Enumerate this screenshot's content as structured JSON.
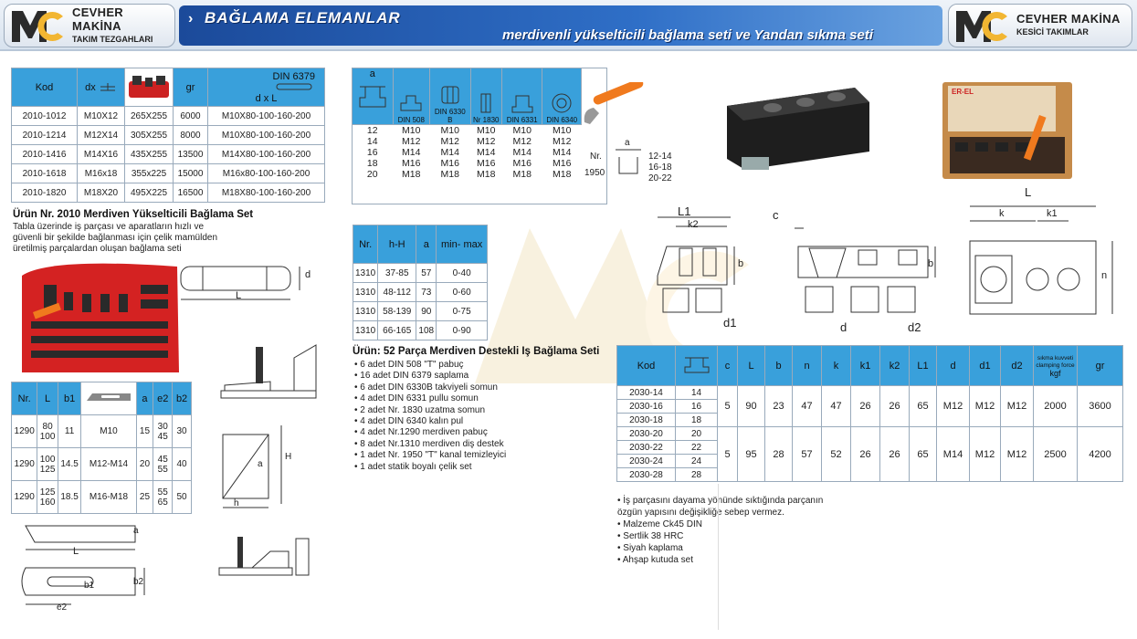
{
  "header": {
    "left_logo": {
      "line1": "CEVHER MAKİNA",
      "line2": "TAKIM TEZGAHLARI"
    },
    "right_logo": {
      "line1": "CEVHER MAKİNA",
      "line2": "KESİCİ TAKIMLAR"
    },
    "title": "BAĞLAMA ELEMANLAR",
    "subtitle": "merdivenli yükselticili bağlama seti ve Yandan sıkma seti",
    "arrow": "›"
  },
  "colors": {
    "header_blue": "#2f6fc7",
    "table_blue": "#39a0db",
    "handle_orange": "#f07a1e"
  },
  "table1": {
    "headers": [
      "Kod",
      "dx",
      "",
      "gr",
      "d x L",
      "DIN 6379"
    ],
    "rows": [
      [
        "2010-1012",
        "M10X12",
        "265X255",
        "6000",
        "M10X80-100-160-200"
      ],
      [
        "2010-1214",
        "M12X14",
        "305X255",
        "8000",
        "M10X80-100-160-200"
      ],
      [
        "2010-1416",
        "M14X16",
        "435X255",
        "13500",
        "M14X80-100-160-200"
      ],
      [
        "2010-1618",
        "M16x18",
        "355x225",
        "15000",
        "M16x80-100-160-200"
      ],
      [
        "2010-1820",
        "M18X20",
        "495X225",
        "16500",
        "M18X80-100-160-200"
      ]
    ]
  },
  "product2010": {
    "title": "Ürün Nr. 2010 Merdiven Yükselticili Bağlama Set",
    "desc": [
      "Tabla üzerinde iş parçası ve aparatların hızlı ve",
      "güvenli bir şekilde bağlanması için çelik mamülden",
      "üretilmiş parçalardan oluşan bağlama seti"
    ]
  },
  "stud_labels": {
    "d": "d",
    "L": "L"
  },
  "table2": {
    "headers": [
      "Nr.",
      "L",
      "b1",
      "",
      "a",
      "e2",
      "b2"
    ],
    "rows": [
      [
        "1290",
        "80\n100",
        "11",
        "M10",
        "15",
        "30\n45",
        "30"
      ],
      [
        "1290",
        "100\n125",
        "14.5",
        "M12-M14",
        "20",
        "45\n55",
        "40"
      ],
      [
        "1290",
        "125\n160",
        "18.5",
        "M16-M18",
        "25",
        "55\n65",
        "50"
      ]
    ]
  },
  "clamp_labels": {
    "a": "a",
    "L": "L",
    "b1": "b1",
    "b2": "b2",
    "e2": "e2",
    "h": "h",
    "H": "H",
    "a2": "a"
  },
  "table3": {
    "header_a": "a",
    "headers": [
      "DIN 508",
      "DIN 6330 B",
      "Nr 1830",
      "DIN 6331",
      "DIN 6340"
    ],
    "rows": [
      [
        "12",
        "M10",
        "M10",
        "M10",
        "M10",
        "M10"
      ],
      [
        "14",
        "M12",
        "M12",
        "M12",
        "M12",
        "M12"
      ],
      [
        "16",
        "M14",
        "M14",
        "M14",
        "M14",
        "M14"
      ],
      [
        "18",
        "M16",
        "M16",
        "M16",
        "M16",
        "M16"
      ],
      [
        "20",
        "M18",
        "M18",
        "M18",
        "M18",
        "M18"
      ]
    ],
    "tool": {
      "nr": "Nr.",
      "a": "a",
      "model": "1950",
      "sizes": [
        "12-14",
        "16-18",
        "20-22"
      ]
    }
  },
  "table4": {
    "headers": [
      "Nr.",
      "h-H",
      "a",
      "min- max"
    ],
    "rows": [
      [
        "1310",
        "37-85",
        "57",
        "0-40"
      ],
      [
        "1310",
        "48-112",
        "73",
        "0-60"
      ],
      [
        "1310",
        "58-139",
        "90",
        "0-75"
      ],
      [
        "1310",
        "66-165",
        "108",
        "0-90"
      ]
    ]
  },
  "product52": {
    "title": "Ürün: 52 Parça Merdiven Destekli Iş Bağlama Seti",
    "items": [
      "6 adet DIN 508 \"T\" pabuç",
      "16 adet DIN 6379 saplama",
      "6 adet DIN 6330B takviyeli somun",
      "4 adet DIN 6331 pullu somun",
      "2 adet Nr. 1830 uzatma somun",
      "4 adet DIN 6340 kalın pul",
      "4 adet Nr.1290 merdiven pabuç",
      "8 adet Nr.1310  merdiven diş destek",
      "1 adet Nr. 1950 \"T\" kanal temizleyici",
      "1 adet statik boyalı çelik set"
    ]
  },
  "side_labels": {
    "L1": "L1",
    "k2": "k2",
    "b": "b",
    "d1": "d1",
    "c": "c",
    "b2": "b",
    "d": "d",
    "d2": "d2",
    "L": "L",
    "k": "k",
    "k1": "k1",
    "n": "n"
  },
  "table5": {
    "headers": [
      "Kod",
      "",
      "c",
      "L",
      "b",
      "n",
      "k",
      "k1",
      "k2",
      "L1",
      "d",
      "d1",
      "d2",
      "sıkma kuvveti\nclamping force\nkgf",
      "gr"
    ],
    "codes": [
      [
        "2030-14",
        "14"
      ],
      [
        "2030-16",
        "16"
      ],
      [
        "2030-18",
        "18"
      ],
      [
        "2030-20",
        "20"
      ],
      [
        "2030-22",
        "22"
      ],
      [
        "2030-24",
        "24"
      ],
      [
        "2030-28",
        "28"
      ]
    ],
    "group1": [
      "5",
      "90",
      "23",
      "47",
      "47",
      "26",
      "26",
      "65",
      "M12",
      "M12",
      "M12",
      "2000",
      "3600"
    ],
    "group2": [
      "5",
      "95",
      "28",
      "57",
      "52",
      "26",
      "26",
      "65",
      "M14",
      "M12",
      "M12",
      "2500",
      "4200"
    ],
    "force_label": "sıkma kuvveti",
    "force_label2": "clamping force",
    "force_unit": "kgf"
  },
  "notes": [
    "• İş parçasını dayama yönünde sıktığında parçanın",
    "özgün yapısını değişikliğe sebep vermez.",
    "• Malzeme Ck45 DIN",
    "• Sertlik 38 HRC",
    "• Siyah kaplama",
    "• Ahşap kutuda set"
  ],
  "box_brand": "ER-EL"
}
